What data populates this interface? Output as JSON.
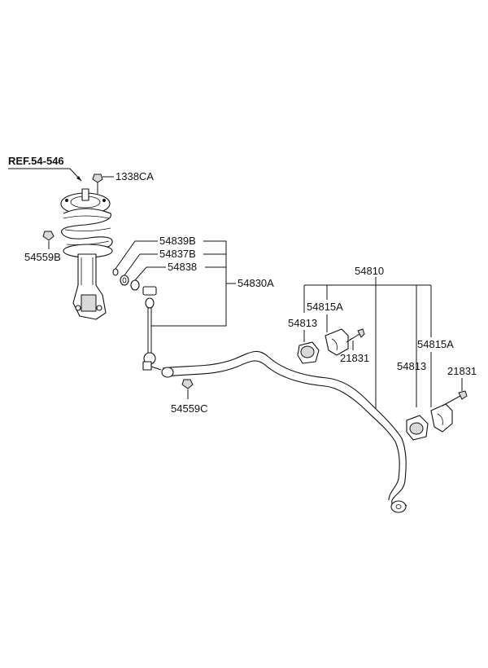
{
  "reference": {
    "label": "REF.54-546"
  },
  "callouts": {
    "nut_top": "1338CA",
    "nut_left": "54559B",
    "washer_b": "54839B",
    "bushing_b": "54837B",
    "ring": "54838",
    "link_assy": "54830A",
    "nut_lower": "54559C",
    "stabilizer_bar": "54810",
    "bracket_left": "54815A",
    "bushing_left": "54813",
    "bolt_left": "21831",
    "bracket_right": "54815A",
    "bushing_right": "54813",
    "bolt_right": "21831"
  }
}
